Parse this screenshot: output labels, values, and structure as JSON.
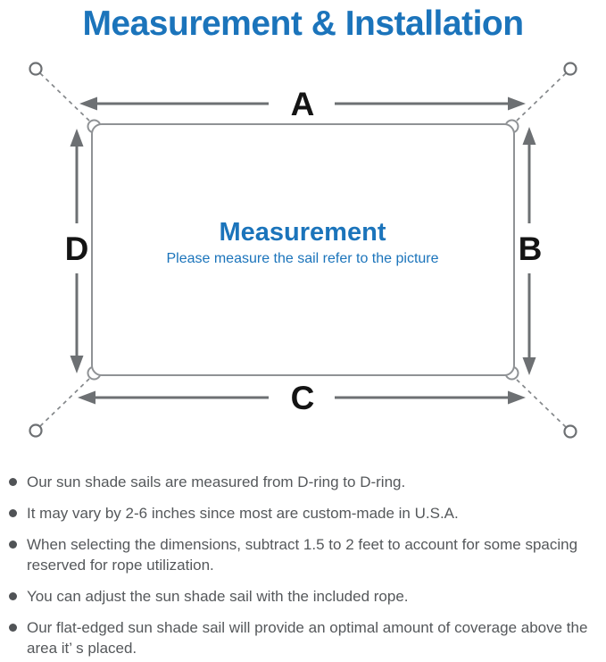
{
  "header": {
    "title": "Measurement & Installation"
  },
  "colors": {
    "accent_blue": "#1b74bb",
    "label_black": "#141414",
    "arrow_gray": "#6d7073",
    "outline_gray": "#8f9295",
    "dash_gray": "#85888b",
    "text_gray": "#55585b",
    "bullet_gray": "#505356"
  },
  "diagram": {
    "labels": {
      "a": "A",
      "b": "B",
      "c": "C",
      "d": "D"
    },
    "center_title": "Measurement",
    "center_subtitle": "Please measure the sail refer to the picture"
  },
  "notes": {
    "items": [
      "Our sun shade sails are measured from D-ring to D-ring.",
      "It may vary by 2-6 inches since most are custom-made in U.S.A.",
      "When selecting the dimensions, subtract 1.5 to 2 feet to account for some spacing reserved for rope utilization.",
      "You can adjust the sun shade sail with the included rope.",
      "Our flat-edged sun shade sail will provide an optimal amount of coverage above the area it’ s placed."
    ]
  }
}
